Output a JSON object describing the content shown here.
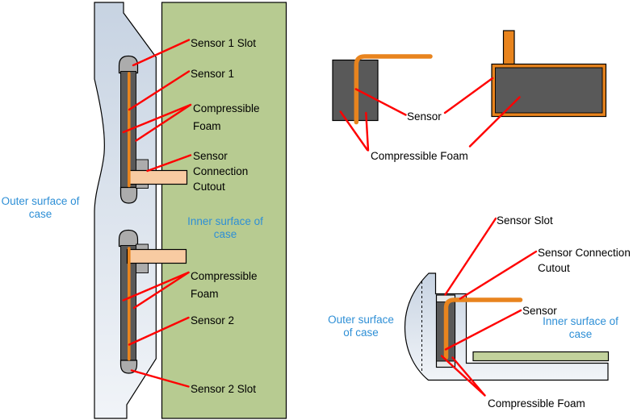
{
  "colors": {
    "orange": "#E8841E",
    "foam_dark": "#595959",
    "slot_grey": "#ACACAC",
    "slot_opening_grey": "#E6E8E8",
    "peach": "#F8CBA2",
    "panel_green": "#B7CB91",
    "strip_green": "#C2D19C",
    "leader_red": "#FF0000",
    "label_blue": "#2E8FD6",
    "label_black": "#000000"
  },
  "left_diagram": {
    "sensor1_slot": "Sensor 1 Slot",
    "sensor1": "Sensor 1",
    "foam_top": "Compressible\nFoam",
    "cutout": "Sensor\nConnection\nCutout",
    "outer_surface": "Outer surface of\ncase",
    "inner_surface": "Inner surface of\ncase",
    "foam_bottom": "Compressible\nFoam",
    "sensor2": "Sensor 2",
    "sensor2_slot": "Sensor 2 Slot"
  },
  "top_right_diagram": {
    "sensor": "Sensor",
    "foam": "Compressible Foam"
  },
  "bottom_right_diagram": {
    "sensor_slot": "Sensor Slot",
    "connection_cutout": "Sensor Connection\nCutout",
    "sensor": "Sensor",
    "outer_surface": "Outer surface\nof case",
    "inner_surface": "Inner surface of\ncase",
    "foam": "Compressible Foam"
  }
}
